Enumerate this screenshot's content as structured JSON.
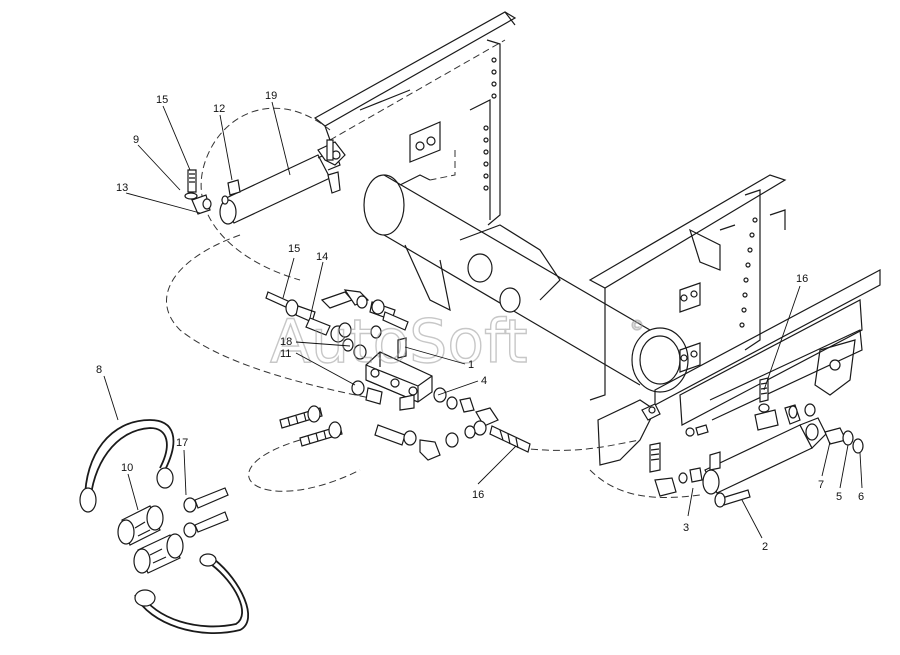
{
  "diagram": {
    "watermark": "AutoSoft",
    "watermark_mark": "©",
    "callouts": [
      {
        "id": "c15a",
        "label": "15"
      },
      {
        "id": "c12",
        "label": "12"
      },
      {
        "id": "c19",
        "label": "19"
      },
      {
        "id": "c9",
        "label": "9"
      },
      {
        "id": "c13",
        "label": "13"
      },
      {
        "id": "c15b",
        "label": "15"
      },
      {
        "id": "c14",
        "label": "14"
      },
      {
        "id": "c18",
        "label": "18"
      },
      {
        "id": "c11",
        "label": "11"
      },
      {
        "id": "c1",
        "label": "1"
      },
      {
        "id": "c4",
        "label": "4"
      },
      {
        "id": "c8",
        "label": "8"
      },
      {
        "id": "c17",
        "label": "17"
      },
      {
        "id": "c10",
        "label": "10"
      },
      {
        "id": "c16a",
        "label": "16"
      },
      {
        "id": "c16b",
        "label": "16"
      },
      {
        "id": "c3",
        "label": "3"
      },
      {
        "id": "c2",
        "label": "2"
      },
      {
        "id": "c7",
        "label": "7"
      },
      {
        "id": "c5",
        "label": "5"
      },
      {
        "id": "c6",
        "label": "6"
      }
    ]
  }
}
